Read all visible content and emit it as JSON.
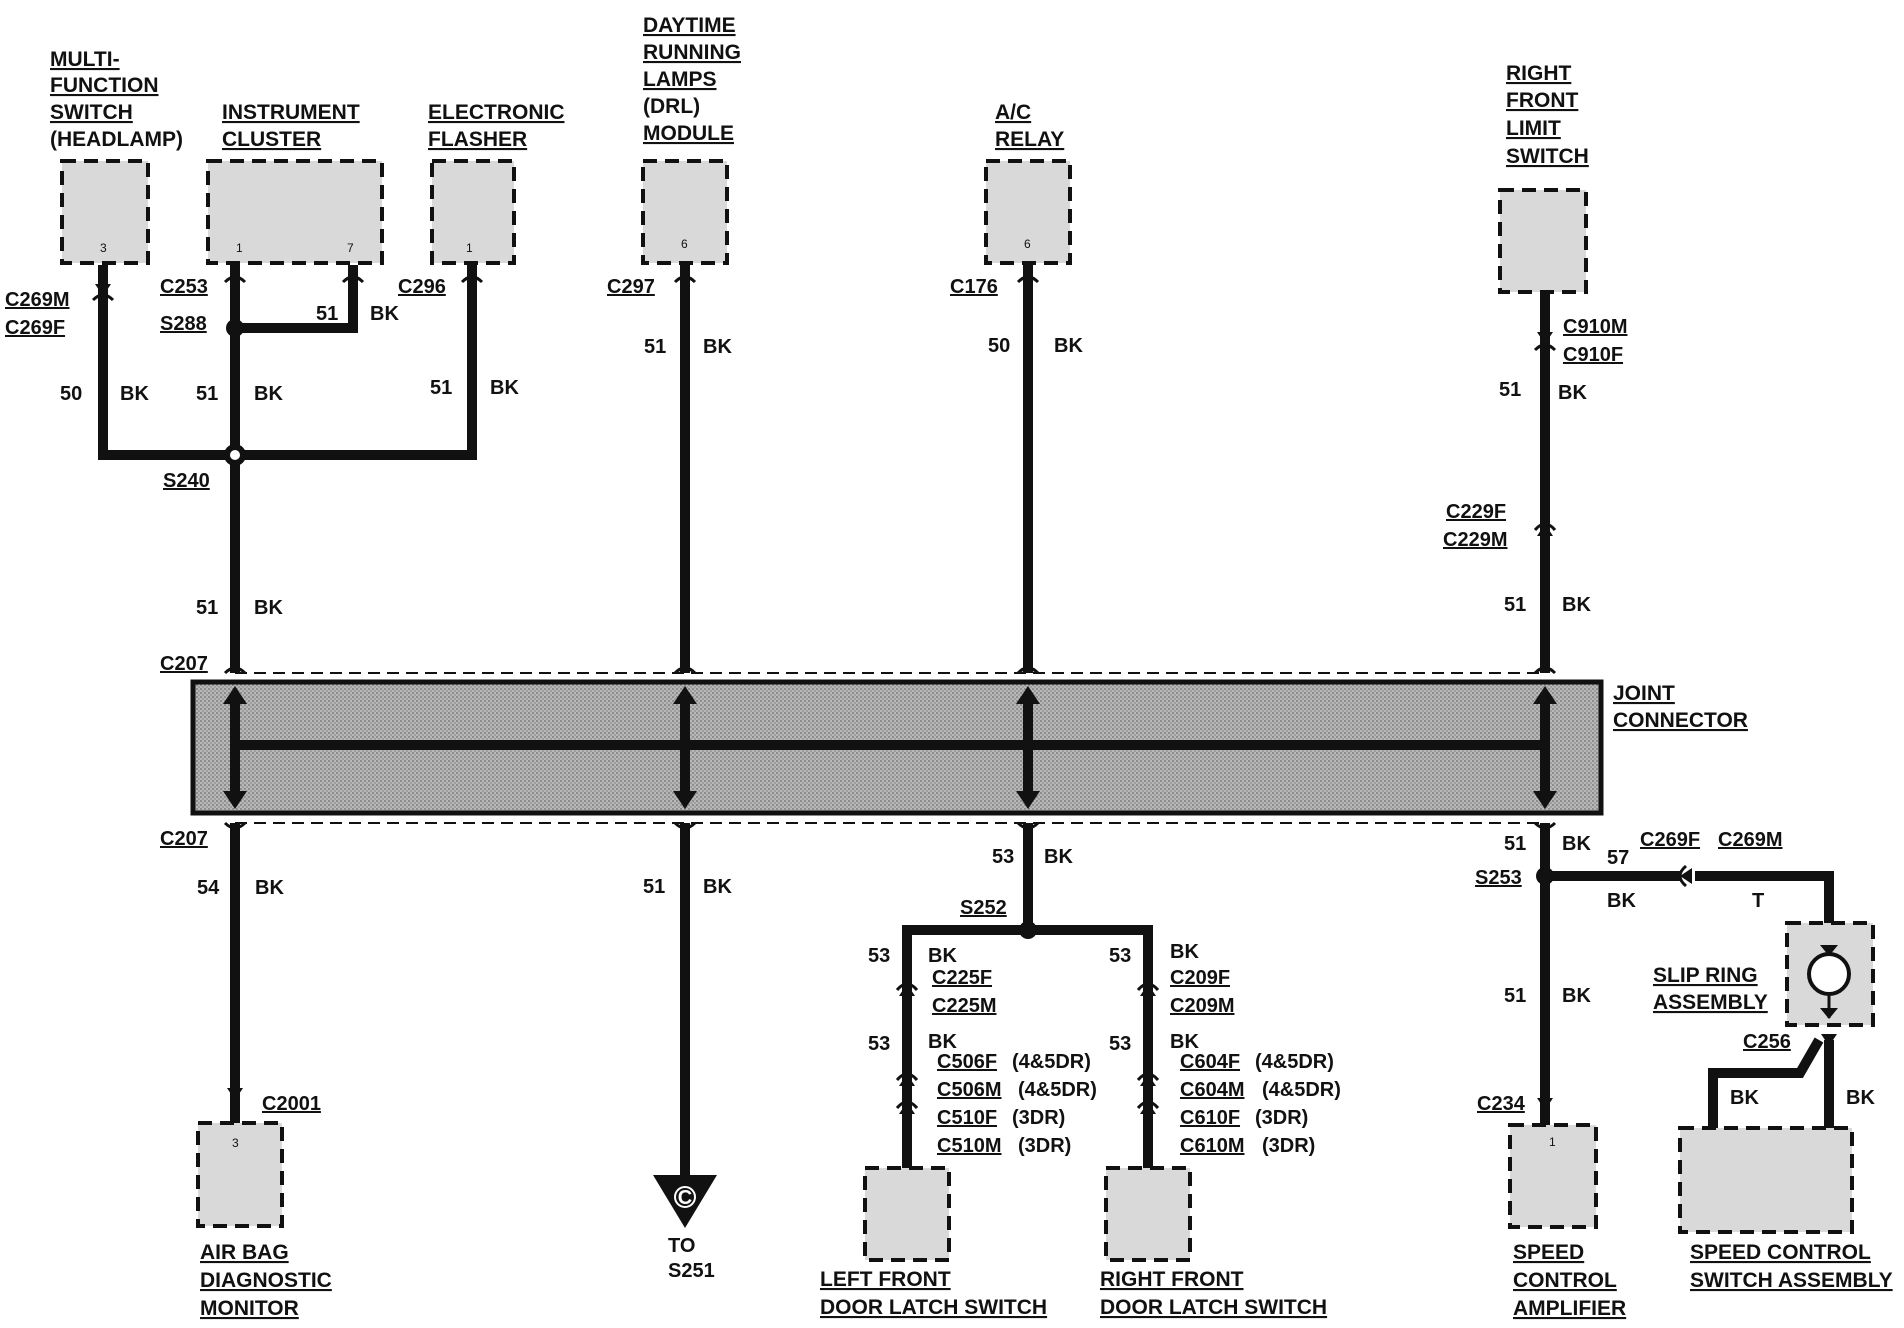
{
  "components": {
    "mfs": {
      "title": [
        "MULTI-",
        "FUNCTION",
        "SWITCH"
      ],
      "sub": "(HEADLAMP)",
      "pin": "3"
    },
    "ic": {
      "title": [
        "INSTRUMENT",
        "CLUSTER"
      ],
      "pin_a": "1",
      "pin_b": "7"
    },
    "ef": {
      "title": [
        "ELECTRONIC",
        "FLASHER"
      ],
      "pin": "1"
    },
    "drl": {
      "title": [
        "DAYTIME",
        "RUNNING",
        "LAMPS"
      ],
      "sub": "(DRL)",
      "title2": "MODULE",
      "pin": "6"
    },
    "ac": {
      "title": [
        "A/C",
        "RELAY"
      ],
      "pin": "6"
    },
    "rfl": {
      "title": [
        "RIGHT",
        "FRONT",
        "LIMIT",
        "SWITCH"
      ]
    },
    "joint": {
      "title": [
        "JOINT",
        "CONNECTOR"
      ]
    },
    "abdm": {
      "title": [
        "AIR BAG",
        "DIAGNOSTIC",
        "MONITOR"
      ],
      "pin": "3"
    },
    "lfdl": {
      "title": [
        "LEFT FRONT",
        "DOOR LATCH SWITCH"
      ]
    },
    "rfdl": {
      "title": [
        "RIGHT FRONT",
        "DOOR LATCH SWITCH"
      ]
    },
    "sca": {
      "title": [
        "SPEED",
        "CONTROL",
        "AMPLIFIER"
      ],
      "pin": "1"
    },
    "srs": {
      "title": [
        "SLIP RING",
        "ASSEMBLY"
      ]
    },
    "scs": {
      "title": [
        "SPEED CONTROL",
        "SWITCH ASSEMBLY"
      ]
    }
  },
  "connectors": {
    "c269m": "C269M",
    "c269f": "C269F",
    "c253": "C253",
    "s288": "S288",
    "c296": "C296",
    "c297": "C297",
    "c176": "C176",
    "c910m": "C910M",
    "c910f": "C910F",
    "c229f": "C229F",
    "c229m": "C229M",
    "s240": "S240",
    "c207_top": "C207",
    "c207_bot": "C207",
    "c2001": "C2001",
    "s252": "S252",
    "c225f": "C225F",
    "c225m": "C225M",
    "c209f": "C209F",
    "c209m": "C209M",
    "c506f": "C506F",
    "c506m": "C506M",
    "c510f": "C510F",
    "c510m": "C510M",
    "c604f": "C604F",
    "c604m": "C604M",
    "c610f": "C610F",
    "c610m": "C610M",
    "s253": "S253",
    "c269f_r": "C269F",
    "c269m_r": "C269M",
    "c256": "C256",
    "c234": "C234"
  },
  "notes": {
    "n45dr": "(4&5DR)",
    "n3dr": "(3DR)"
  },
  "wires": {
    "w50_mfs": [
      "50",
      "BK"
    ],
    "w51_ic": [
      "51",
      "BK"
    ],
    "w51_s288": [
      "51",
      "BK"
    ],
    "w51_ef": [
      "51",
      "BK"
    ],
    "w51_s240": [
      "51",
      "BK"
    ],
    "w51_drl": [
      "51",
      "BK"
    ],
    "w50_ac": [
      "50",
      "BK"
    ],
    "w51_rfl1": [
      "51",
      "BK"
    ],
    "w51_rfl2": [
      "51",
      "BK"
    ],
    "w54": [
      "54",
      "BK"
    ],
    "w51_c": [
      "51",
      "BK"
    ],
    "w53_top": [
      "53",
      "BK"
    ],
    "w53_l1": [
      "53",
      "BK"
    ],
    "w53_l2": [
      "53",
      "BK"
    ],
    "w53_r1": [
      "53",
      "BK"
    ],
    "w53_r2": [
      "53",
      "BK"
    ],
    "w51_s253": [
      "51",
      "BK"
    ],
    "w57": [
      "57",
      "BK"
    ],
    "w51_sca": [
      "51",
      "BK"
    ],
    "w_t": "T",
    "w_bk1": "BK",
    "w_bk2": "BK"
  },
  "offpage": {
    "letter": "C",
    "to": "TO",
    "dest": "S251"
  }
}
